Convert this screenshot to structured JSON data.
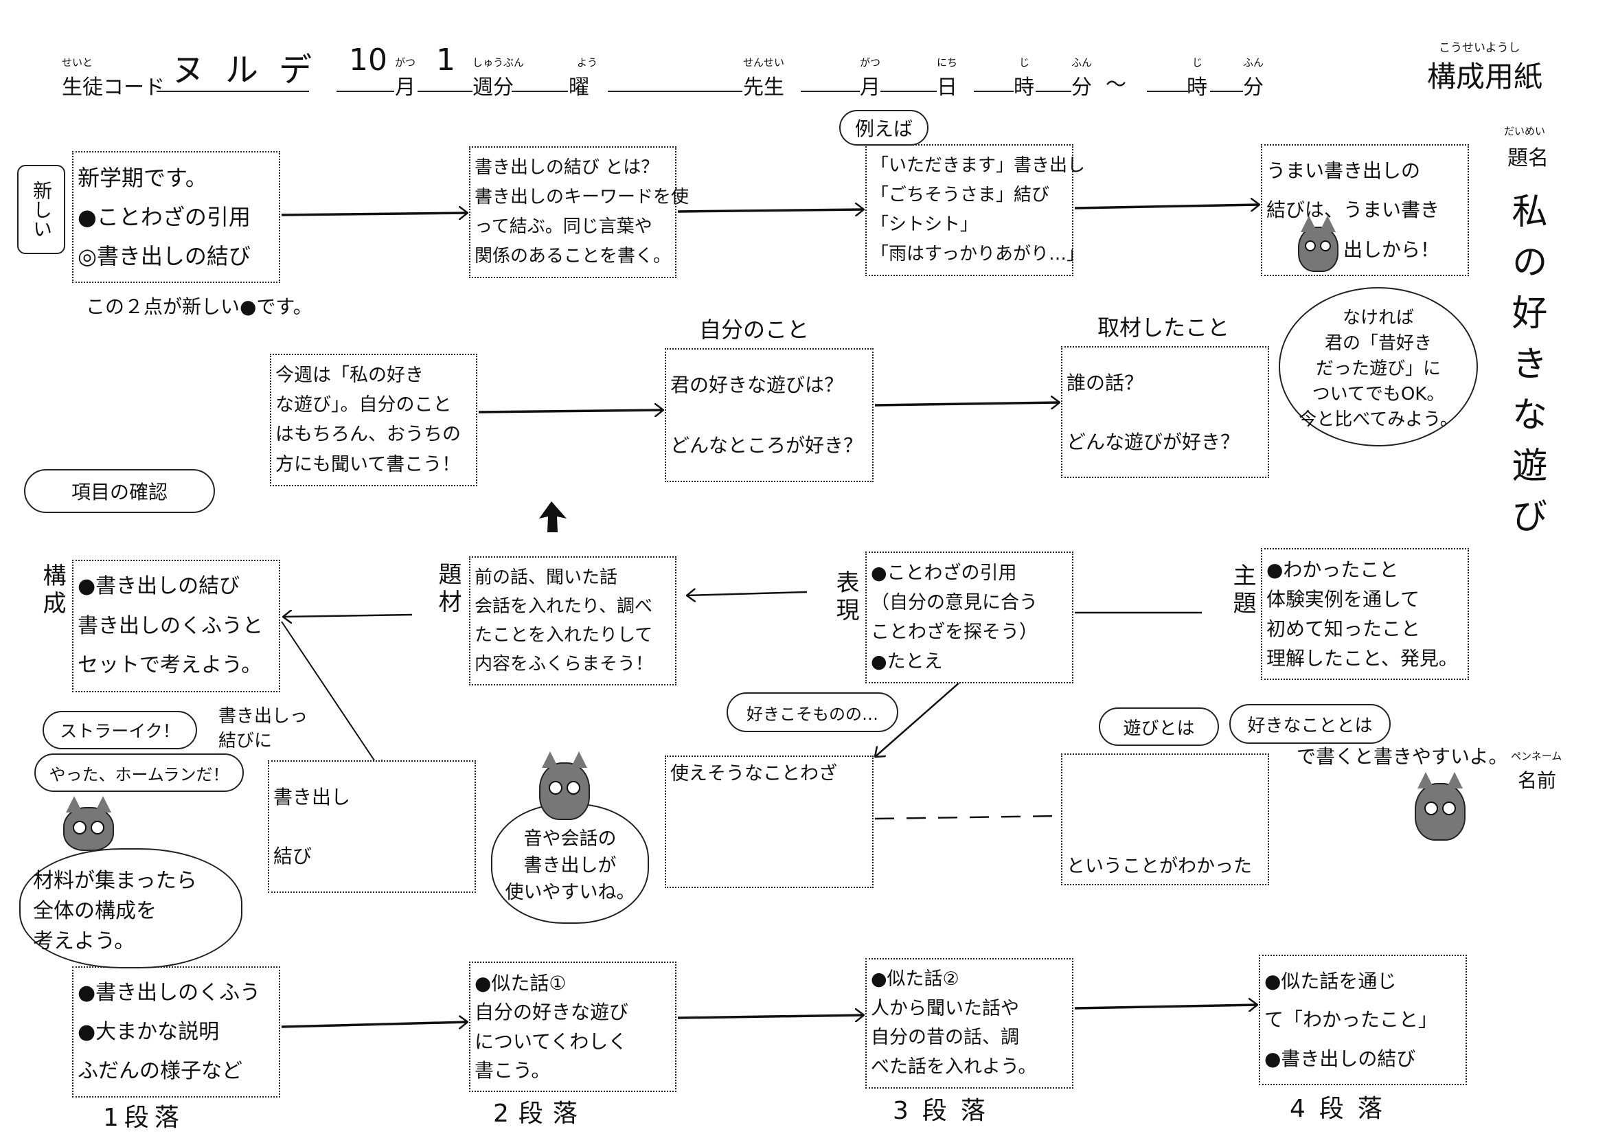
{
  "header": {
    "student_code_ruby": "せいと",
    "student_code_label": "生徒コード",
    "student_code_value": "ヌルデ",
    "month_value": "10",
    "month_ruby": "がつ",
    "month_label": "月",
    "week_value": "1",
    "week_ruby": "しゅうぶん",
    "week_label": "週分",
    "day_ruby": "よう",
    "day_label": "曜",
    "teacher_ruby": "せんせい",
    "teacher_label": "先生",
    "date_month_ruby": "がつ",
    "date_month_label": "月",
    "date_day_ruby": "にち",
    "date_day_label": "日",
    "start_hour_ruby": "じ",
    "start_hour_label": "時",
    "start_min_ruby": "ふん",
    "start_min_label": "分",
    "range_sep": "〜",
    "end_hour_ruby": "じ",
    "end_hour_label": "時",
    "end_min_ruby": "ふん",
    "end_min_label": "分",
    "sheet_title_ruby": "こうせいようし",
    "sheet_title": "構成用紙"
  },
  "side": {
    "title_ruby": "だいめい",
    "title_label": "題名",
    "title_value": "私の好きな遊び",
    "pen_name_label": "ペンネーム",
    "name_label": "名前"
  },
  "boxes": {
    "b1": [
      "新学期です。",
      "●ことわざの引用",
      "◎書き出しの結び"
    ],
    "b2": [
      "書き出しの結び とは？",
      "書き出しのキーワードを使",
      "って結ぶ。同じ言葉や",
      "関係のあることを書く。"
    ],
    "b3": [
      "「いただきます」書き出し",
      "「ごちそうさま」結び",
      "「シトシト」",
      "「雨はすっかりあがり…」"
    ],
    "b4": [
      "うまい書き出しの",
      "結びは、うまい書き",
      "出しから！"
    ],
    "b5": [
      "今週は「私の好き",
      "な遊び」。自分のこと",
      "はもちろん、おうちの",
      "方にも聞いて書こう！"
    ],
    "b6": [
      "君の好きな遊びは？",
      "どんなところが好き？"
    ],
    "b7": [
      "誰の話？",
      "どんな遊びが好き？"
    ],
    "b8": [
      "●書き出しの結び",
      "書き出しのくふうと",
      "セットで考えよう。"
    ],
    "b9": [
      "前の話、聞いた話",
      "会話を入れたり、調べ",
      "たことを入れたりして",
      "内容をふくらまそう！"
    ],
    "b10": [
      "●ことわざの引用",
      "（自分の意見に合う",
      "ことわざを探そう）",
      "●たとえ"
    ],
    "b11": [
      "●わかったこと",
      "体験実例を通して",
      "初めて知ったこと",
      "理解したこと、発見。"
    ],
    "b12": [
      "書き出し",
      "結び"
    ],
    "b13": [
      "使えそうなことわざ"
    ],
    "b14": [
      "ということがわかった"
    ],
    "b15": [
      "●書き出しのくふう",
      "●大まかな説明",
      "ふだんの様子など"
    ],
    "b16": [
      "●似た話①",
      "自分の好きな遊び",
      "についてくわしく",
      "書こう。"
    ],
    "b17": [
      "●似た話②",
      "人から聞いた話や",
      "自分の昔の話、調",
      "べた話を入れよう。"
    ],
    "b18": [
      "●似た話を通じ",
      "て「わかったこと」",
      "●書き出しの結び"
    ]
  },
  "notes": {
    "new_burst": "新しい",
    "new_note": "この２点が新しい●です。",
    "example_bubble": "例えば",
    "self_caption": "自分のこと",
    "interview_caption": "取材したこと",
    "past_bubble": [
      "なければ",
      "君の「昔好き",
      "だった遊び」に",
      "ついてでもOK。",
      "今と比べてみよう。"
    ],
    "check_bubble": "項目の確認",
    "strike_bubble": "ストラーイク！",
    "homerun_bubble": "やった、ホームランだ！",
    "opening_closing_note": "書き出しっ結びに",
    "proverb_bubble": "好きこそものの…",
    "sound_bubble": [
      "音や会話の",
      "書き出しが",
      "使いやすいね。"
    ],
    "play_bubble": "遊びとは",
    "like_bubble": "好きなこととは",
    "easy_note": "で書くと書きやすいよ。",
    "material_bubble": [
      "材料が集まったら",
      "全体の構成を",
      "考えよう。"
    ]
  },
  "side_labels": {
    "structure": "構成",
    "material": "題材",
    "expression": "表現",
    "theme": "主題"
  },
  "paragraph_labels": [
    "1段落",
    "2段落",
    "3段落",
    "4段落"
  ],
  "icons": {
    "cat": "cat-mascot-icon",
    "up_arrow": "up-arrow-icon"
  }
}
